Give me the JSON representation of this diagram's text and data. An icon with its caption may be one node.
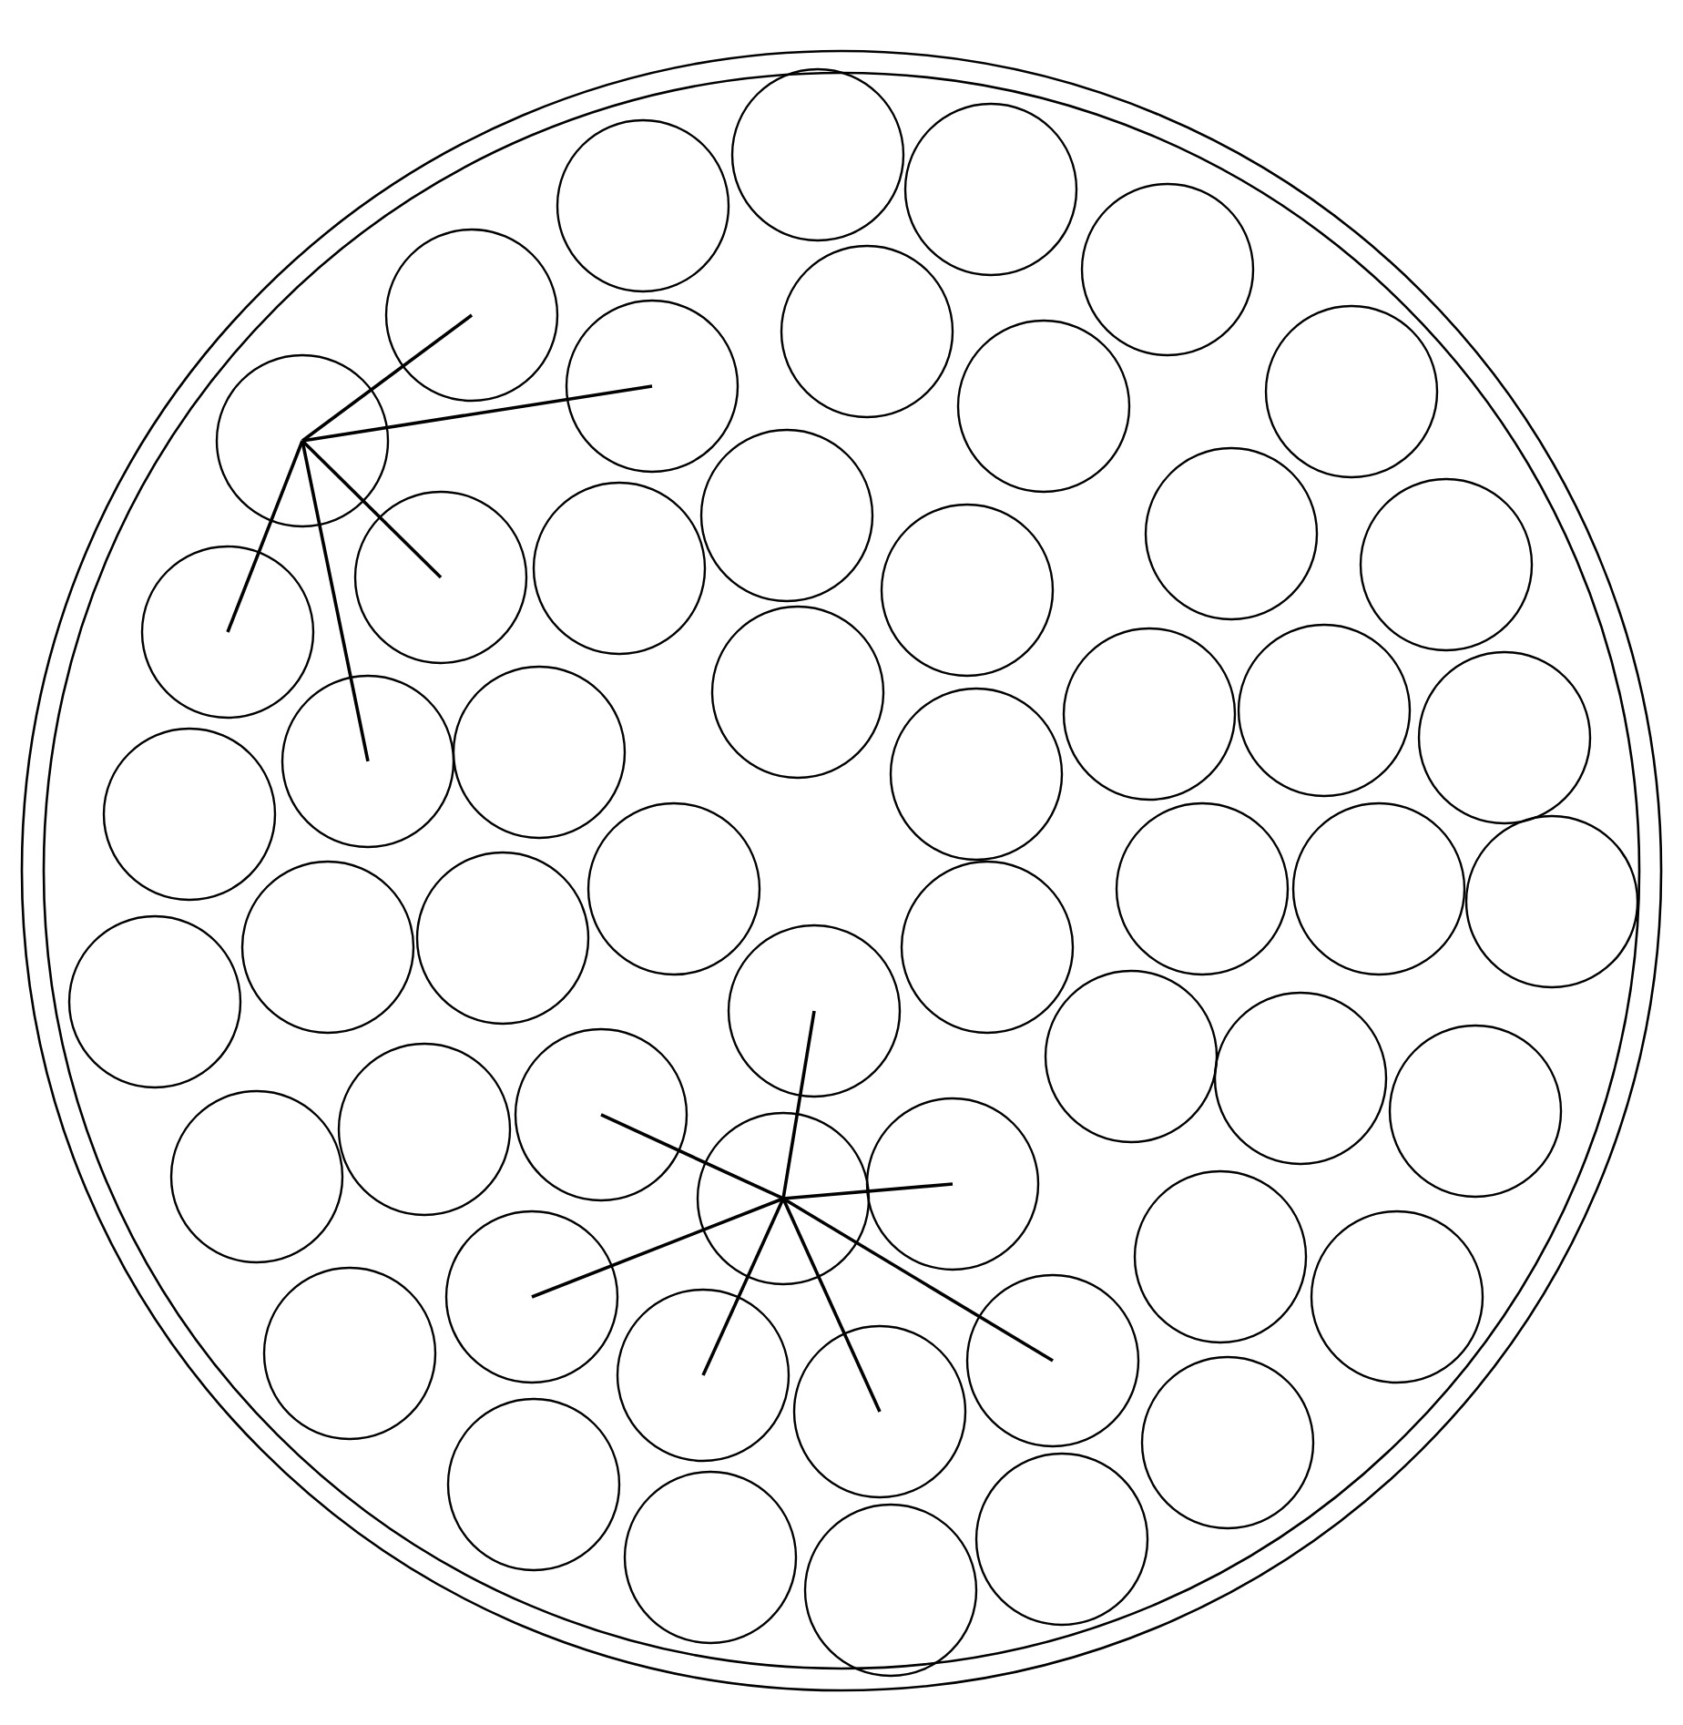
{
  "diagram": {
    "nodes": [
      {
        "text": [],
        "shape": "circle"
      },
      {
        "text": [],
        "shape": "circle",
        "in": 0
      },
      {
        "text": [],
        "shape": "circle",
        "in": 0
      },
      {
        "text": [],
        "shape": "circle",
        "in": 0
      },
      {
        "text": [],
        "shape": "circle",
        "in": 0
      },
      {
        "text": [],
        "shape": "circle",
        "in": 0
      },
      {
        "text": [],
        "shape": "circle",
        "in": 0
      },
      {
        "text": [],
        "shape": "circle",
        "in": 0
      },
      {
        "text": [],
        "shape": "circle",
        "in": 0
      },
      {
        "text": [],
        "shape": "circle",
        "in": 0
      },
      {
        "text": [],
        "shape": "circle",
        "in": 0
      },
      {
        "text": [],
        "shape": "circle",
        "in": 0
      },
      {
        "text": [],
        "shape": "circle",
        "in": 0
      },
      {
        "text": [],
        "shape": "circle",
        "in": 0
      },
      {
        "text": [],
        "shape": "circle",
        "in": 0
      },
      {
        "text": [],
        "shape": "circle",
        "in": 0
      },
      {
        "text": [],
        "shape": "circle",
        "in": 0
      },
      {
        "text": [],
        "shape": "circle",
        "in": 0
      },
      {
        "text": [],
        "shape": "circle",
        "in": 0
      },
      {
        "text": [],
        "shape": "circle",
        "in": 0
      },
      {
        "text": [],
        "shape": "circle",
        "in": 0
      },
      {
        "text": [],
        "shape": "circle",
        "in": 0
      },
      {
        "text": [],
        "shape": "circle",
        "in": 0
      },
      {
        "text": [],
        "shape": "circle",
        "in": 0
      },
      {
        "text": [],
        "shape": "circle",
        "in": 0
      },
      {
        "text": [],
        "shape": "circle",
        "in": 0
      },
      {
        "text": [],
        "shape": "circle",
        "in": 0
      },
      {
        "text": [],
        "shape": "circle",
        "in": 0
      },
      {
        "text": [],
        "shape": "circle",
        "in": 0
      },
      {
        "text": [],
        "shape": "circle",
        "in": 0
      },
      {
        "text": [],
        "shape": "circle",
        "in": 0
      },
      {
        "text": [],
        "shape": "circle",
        "in": 0
      },
      {
        "text": [],
        "shape": "circle",
        "in": 0
      },
      {
        "text": [],
        "shape": "circle",
        "in": 0
      },
      {
        "text": [],
        "shape": "circle",
        "in": 0
      },
      {
        "text": [],
        "shape": "circle",
        "in": 0
      },
      {
        "text": [],
        "shape": "circle",
        "in": 0
      },
      {
        "text": [],
        "shape": "circle",
        "in": 0
      },
      {
        "text": [],
        "shape": "circle",
        "in": 0
      },
      {
        "text": [],
        "shape": "circle",
        "in": 0
      },
      {
        "text": [],
        "shape": "circle",
        "in": 0
      },
      {
        "text": [],
        "shape": "circle",
        "in": 0
      },
      {
        "text": [],
        "shape": "circle",
        "in": 0
      },
      {
        "text": [],
        "shape": "circle",
        "in": 0
      },
      {
        "text": [],
        "shape": "circle",
        "in": 0
      },
      {
        "text": [],
        "shape": "circle",
        "in": 0
      },
      {
        "text": [],
        "shape": "circle",
        "in": 0
      },
      {
        "text": [],
        "shape": "circle",
        "in": 0
      },
      {
        "text": [],
        "shape": "circle",
        "in": 0
      },
      {
        "text": [],
        "shape": "circle",
        "in": 0
      },
      {
        "text": [],
        "shape": "circle",
        "in": 0
      },
      {
        "text": [],
        "shape": "circle",
        "in": 0
      },
      {
        "text": [],
        "shape": "circle",
        "in": 0
      },
      {
        "text": [],
        "shape": "circle",
        "in": 0
      },
      {
        "text": [],
        "shape": "circle",
        "in": 0
      }
    ],
    "edges": [
      {
        "from": 8,
        "to": 5,
        "arrow": "none"
      },
      {
        "from": 8,
        "to": 7,
        "arrow": "none"
      },
      {
        "from": 8,
        "to": 13,
        "arrow": "none"
      },
      {
        "from": 8,
        "to": 17,
        "arrow": "none"
      },
      {
        "from": 8,
        "to": 19,
        "arrow": "none"
      },
      {
        "from": 41,
        "to": 34,
        "arrow": "none"
      },
      {
        "from": 41,
        "to": 42,
        "arrow": "none"
      },
      {
        "from": 41,
        "to": 43,
        "arrow": "none"
      },
      {
        "from": 41,
        "to": 47,
        "arrow": "none"
      },
      {
        "from": 41,
        "to": 48,
        "arrow": "none"
      },
      {
        "from": 36,
        "to": 41,
        "arrow": "none"
      },
      {
        "from": 41,
        "to": 49,
        "arrow": "none"
      }
    ]
  }
}
